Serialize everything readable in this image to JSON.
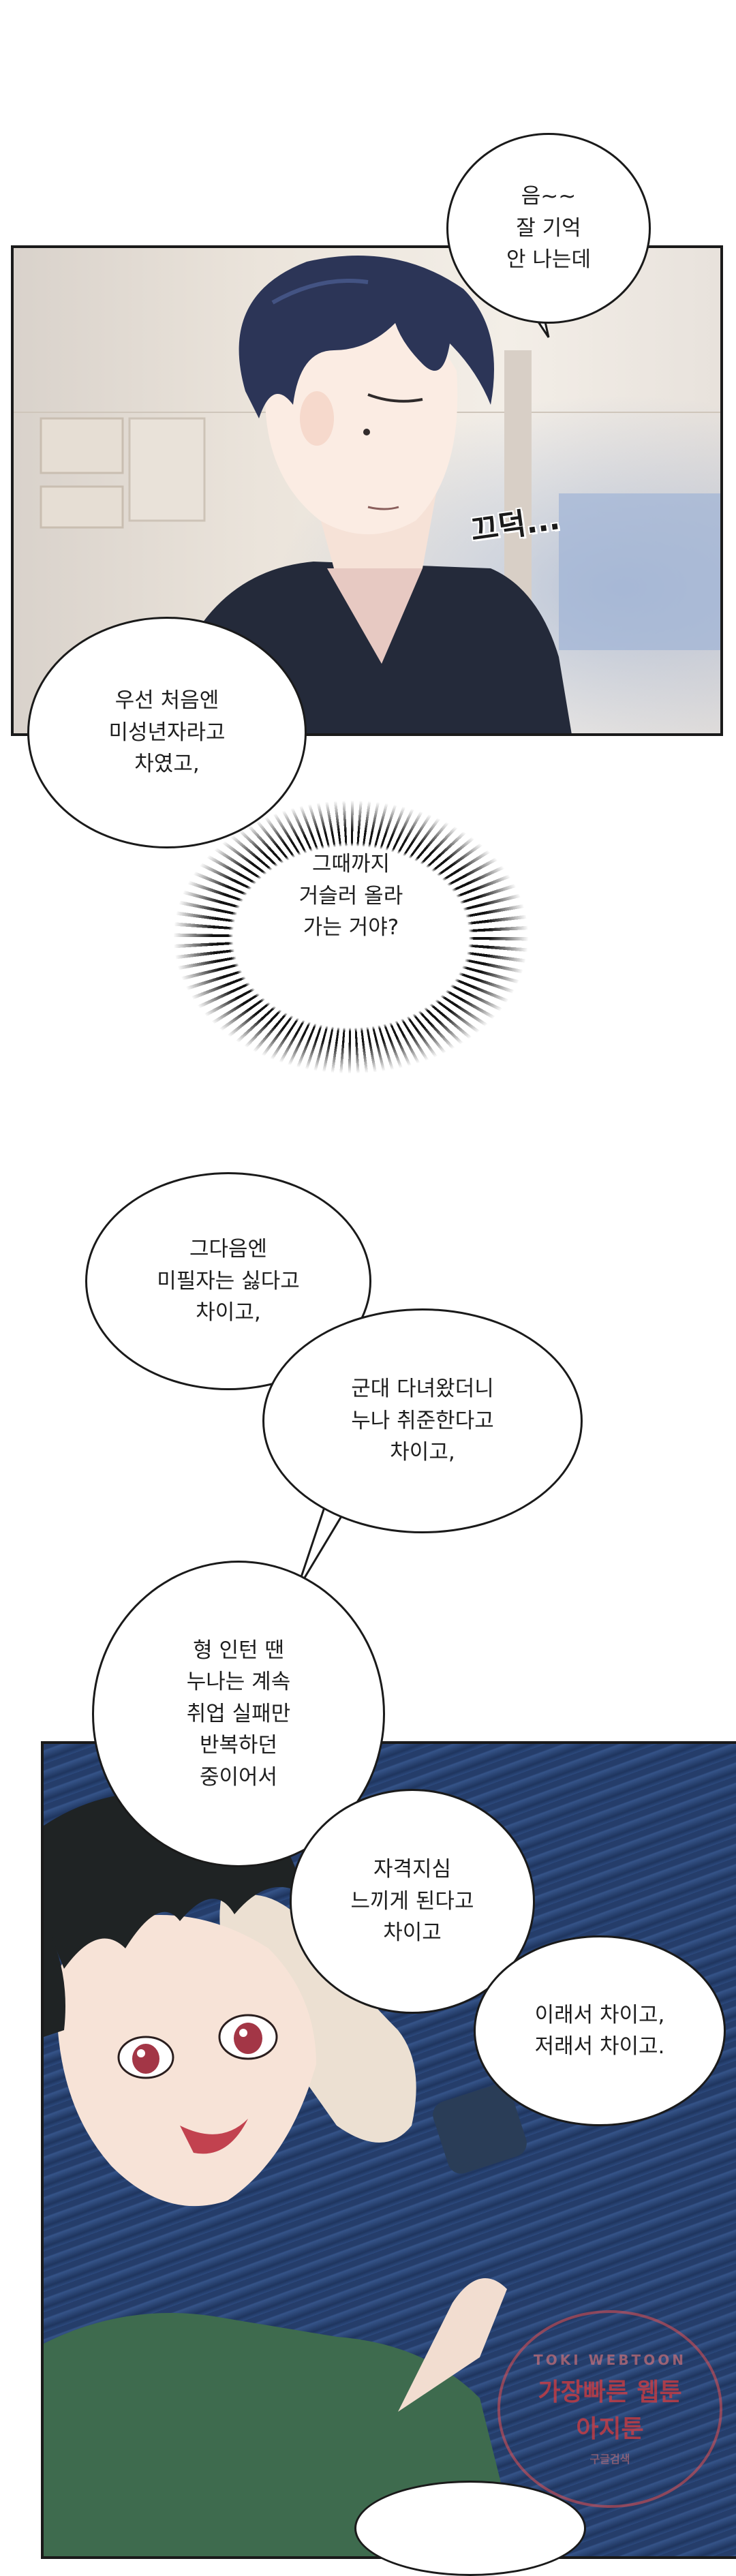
{
  "panels": {
    "first": {
      "sfx": "끄덕..."
    },
    "second": {}
  },
  "bubbles": {
    "b1": "음~~\n잘 기억\n안 나는데",
    "b2": "우선 처음엔\n미성년자라고\n차였고,",
    "b3": "그때까지\n거슬러 올라\n가는 거야?",
    "b4": "그다음엔\n미필자는 싫다고\n차이고,",
    "b5": "군대 다녀왔더니\n누나 취준한다고\n차이고,",
    "b6": "형 인턴 땐\n누나는 계속\n취업 실패만\n반복하던\n중이어서",
    "b7": "자격지심\n느끼게 된다고\n차이고",
    "b8": "이래서 차이고,\n저래서 차이고."
  },
  "watermark": {
    "top": "TOKI WEBTOON",
    "line1": "가장빠른 웹툰",
    "line2": "아지툰",
    "bottom": "구글검색"
  },
  "colors": {
    "bubble_fill": "#ffffff",
    "ink": "#1a1a1a",
    "hair_dark_blue": "#2c3557",
    "shirt_green": "#3e6b4e",
    "watermark_red": "#e05050"
  }
}
